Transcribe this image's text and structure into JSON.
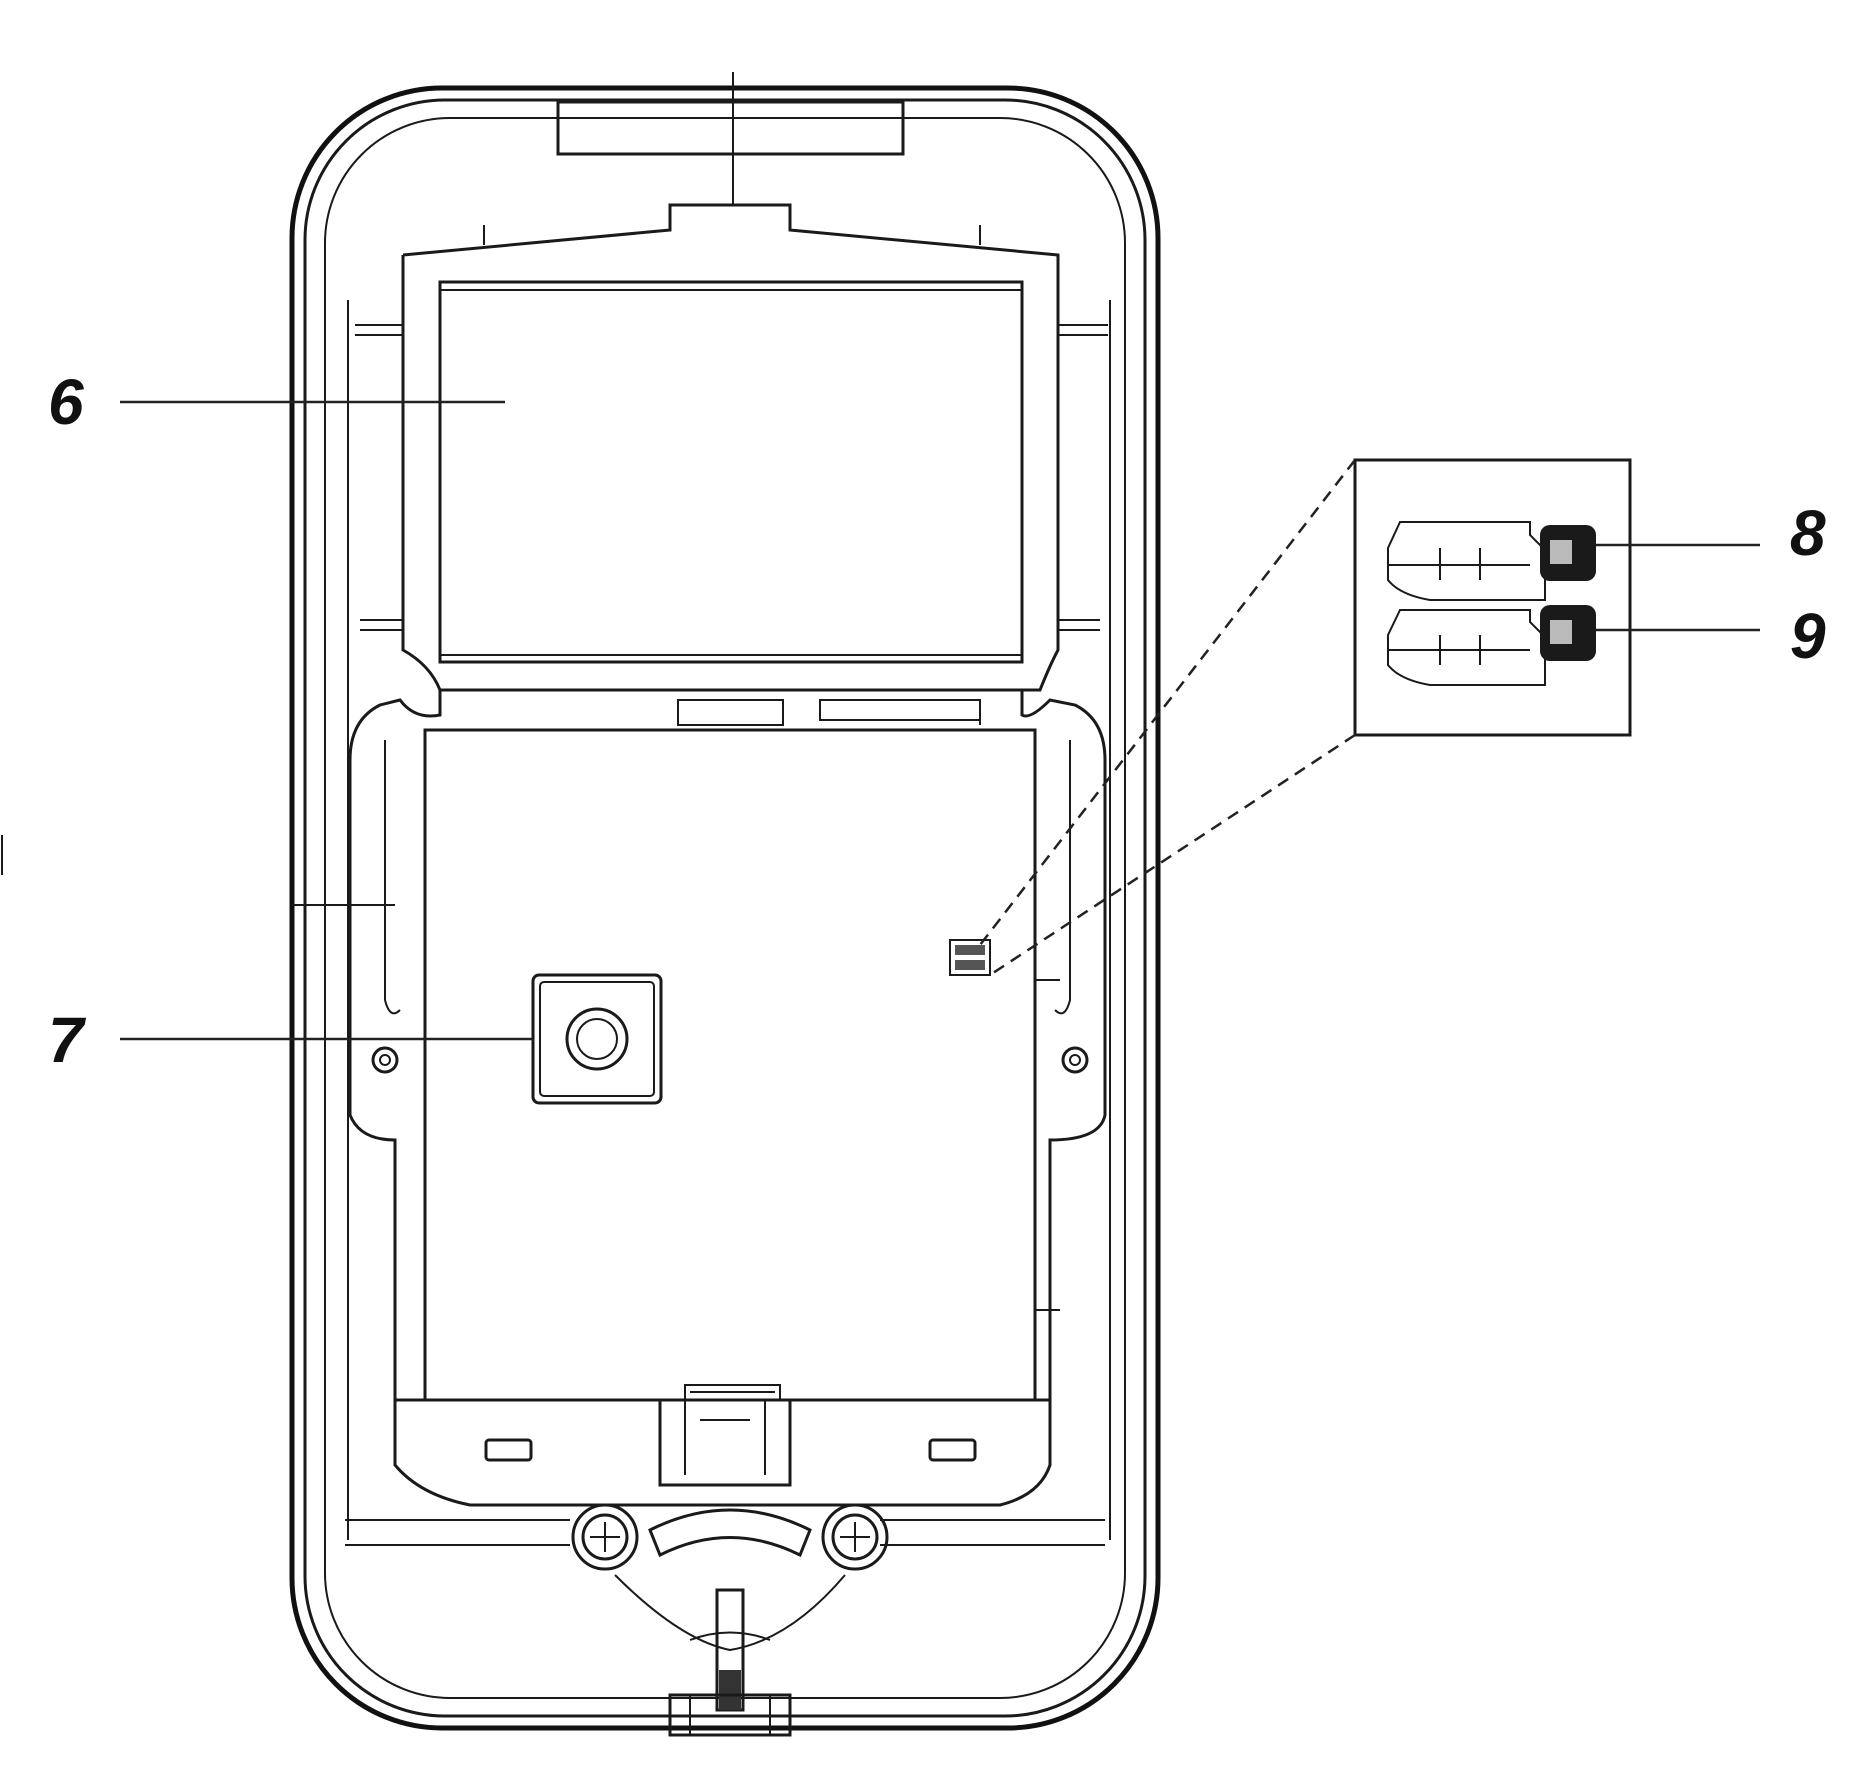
{
  "callouts": [
    {
      "id": "6",
      "label": "6"
    },
    {
      "id": "7",
      "label": "7"
    },
    {
      "id": "8",
      "label": "8"
    },
    {
      "id": "9",
      "label": "9"
    }
  ],
  "colors": {
    "line": "#1a1a1a",
    "background": "#ffffff",
    "switch_knob": "#1a1a1a"
  }
}
